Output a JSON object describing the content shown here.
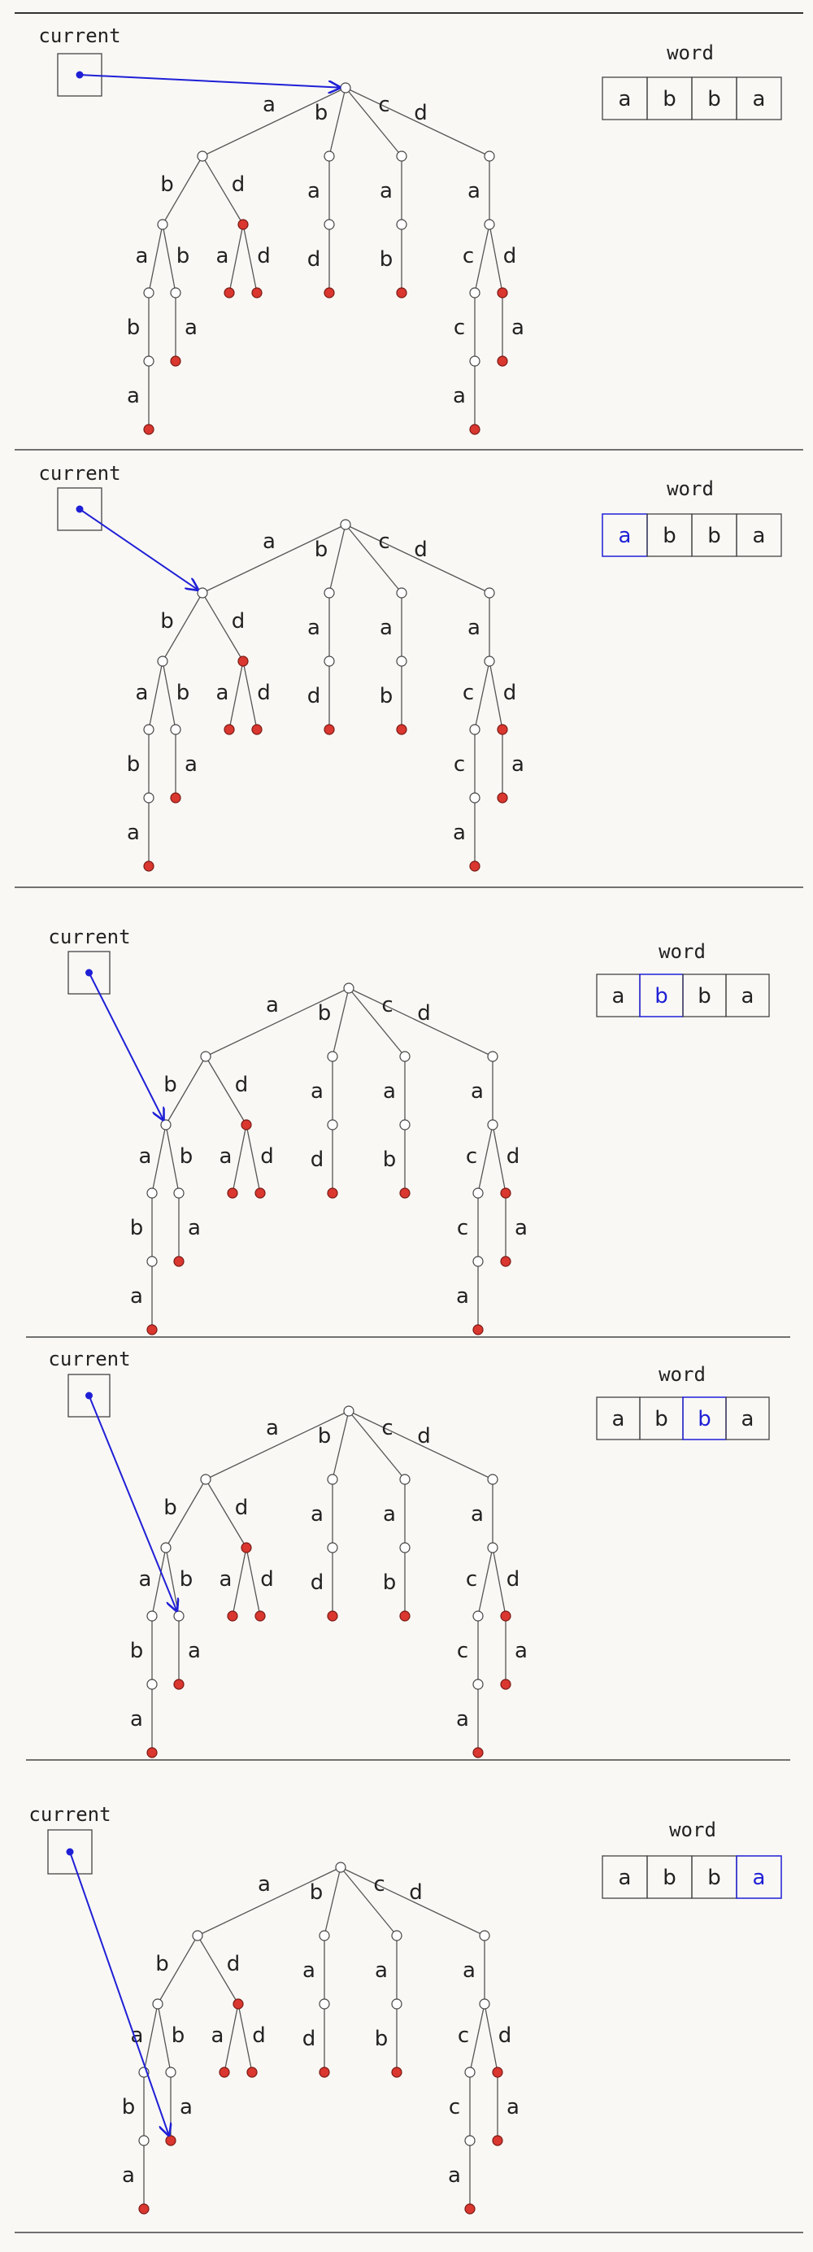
{
  "labels": {
    "current": "current",
    "word": "word"
  },
  "colors": {
    "background": "#f9f8f5",
    "line": "#555555",
    "terminal_node": "#d9372f",
    "pointer": "#1f1fd6",
    "highlight_text": "#1f1fd6"
  },
  "trie": {
    "nodes": [
      {
        "id": "root",
        "terminal": false
      },
      {
        "id": "n_a",
        "terminal": false
      },
      {
        "id": "n_b",
        "terminal": false
      },
      {
        "id": "n_c",
        "terminal": false
      },
      {
        "id": "n_d",
        "terminal": false
      },
      {
        "id": "n_ab",
        "terminal": false
      },
      {
        "id": "n_ad",
        "terminal": true
      },
      {
        "id": "n_ba",
        "terminal": false
      },
      {
        "id": "n_ca",
        "terminal": false
      },
      {
        "id": "n_da",
        "terminal": false
      },
      {
        "id": "n_aba",
        "terminal": false
      },
      {
        "id": "n_abb",
        "terminal": false
      },
      {
        "id": "n_ada",
        "terminal": true
      },
      {
        "id": "n_add",
        "terminal": true
      },
      {
        "id": "n_bad",
        "terminal": true
      },
      {
        "id": "n_cab",
        "terminal": true
      },
      {
        "id": "n_dac",
        "terminal": false
      },
      {
        "id": "n_dad",
        "terminal": true
      },
      {
        "id": "n_abab",
        "terminal": false
      },
      {
        "id": "n_abba",
        "terminal": true
      },
      {
        "id": "n_dacc",
        "terminal": false
      },
      {
        "id": "n_dada",
        "terminal": true
      },
      {
        "id": "n_ababa",
        "terminal": true
      },
      {
        "id": "n_dacca",
        "terminal": true
      }
    ],
    "edges": [
      {
        "from": "root",
        "to": "n_a",
        "label": "a"
      },
      {
        "from": "root",
        "to": "n_b",
        "label": "b"
      },
      {
        "from": "root",
        "to": "n_c",
        "label": "c"
      },
      {
        "from": "root",
        "to": "n_d",
        "label": "d"
      },
      {
        "from": "n_a",
        "to": "n_ab",
        "label": "b"
      },
      {
        "from": "n_a",
        "to": "n_ad",
        "label": "d"
      },
      {
        "from": "n_b",
        "to": "n_ba",
        "label": "a"
      },
      {
        "from": "n_c",
        "to": "n_ca",
        "label": "a"
      },
      {
        "from": "n_d",
        "to": "n_da",
        "label": "a"
      },
      {
        "from": "n_ab",
        "to": "n_aba",
        "label": "a"
      },
      {
        "from": "n_ab",
        "to": "n_abb",
        "label": "b"
      },
      {
        "from": "n_ad",
        "to": "n_ada",
        "label": "a"
      },
      {
        "from": "n_ad",
        "to": "n_add",
        "label": "d"
      },
      {
        "from": "n_ba",
        "to": "n_bad",
        "label": "d"
      },
      {
        "from": "n_ca",
        "to": "n_cab",
        "label": "b"
      },
      {
        "from": "n_da",
        "to": "n_dac",
        "label": "c"
      },
      {
        "from": "n_da",
        "to": "n_dad",
        "label": "d"
      },
      {
        "from": "n_aba",
        "to": "n_abab",
        "label": "b"
      },
      {
        "from": "n_abb",
        "to": "n_abba",
        "label": "a"
      },
      {
        "from": "n_dac",
        "to": "n_dacc",
        "label": "c"
      },
      {
        "from": "n_dad",
        "to": "n_dada",
        "label": "a"
      },
      {
        "from": "n_abab",
        "to": "n_ababa",
        "label": "a"
      },
      {
        "from": "n_dacc",
        "to": "n_dacca",
        "label": "a"
      }
    ]
  },
  "word": [
    "a",
    "b",
    "b",
    "a"
  ],
  "steps": [
    {
      "current_node": "root",
      "highlight_index": null
    },
    {
      "current_node": "n_a",
      "highlight_index": 0
    },
    {
      "current_node": "n_ab",
      "highlight_index": 1
    },
    {
      "current_node": "n_abb",
      "highlight_index": 2
    },
    {
      "current_node": "n_abba",
      "highlight_index": 3
    }
  ]
}
